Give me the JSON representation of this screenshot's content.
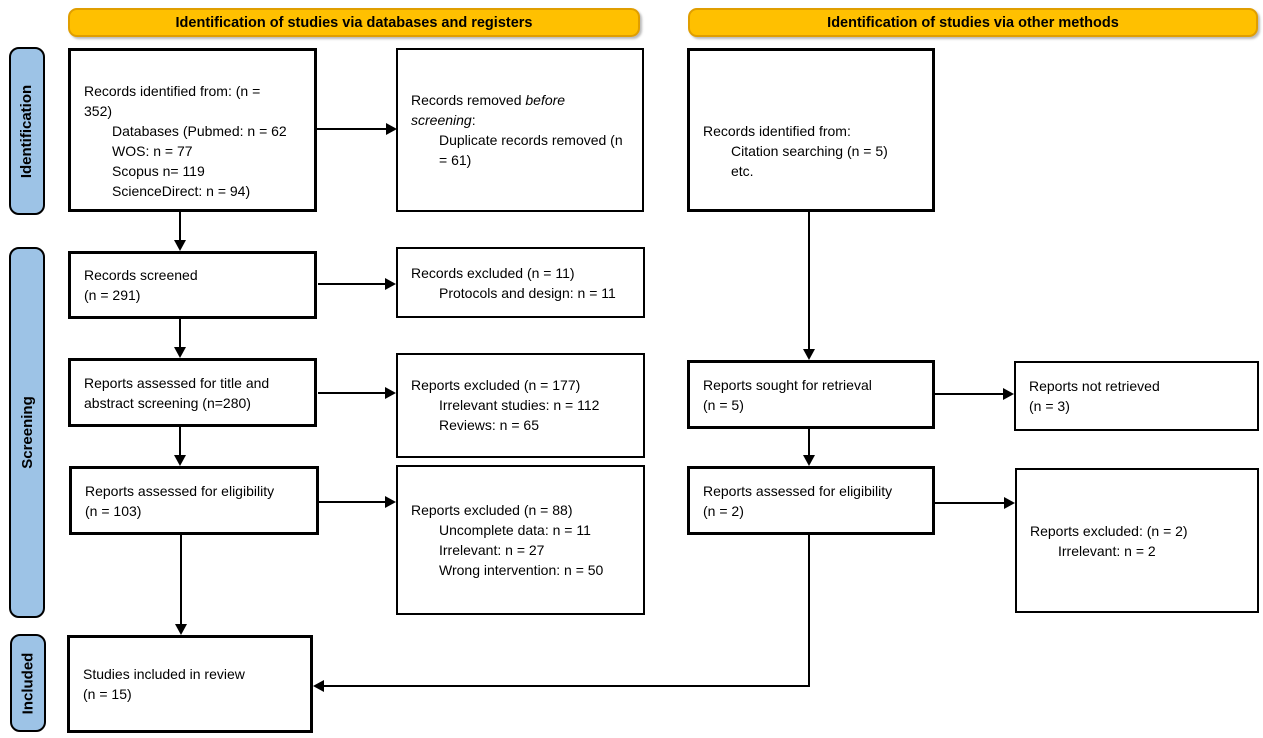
{
  "headers": {
    "left": "Identification of studies via databases and registers",
    "right": "Identification of studies via other methods"
  },
  "side_labels": {
    "identification": "Identification",
    "screening": "Screening",
    "included": "Included"
  },
  "colors": {
    "header_fill": "#FFC000",
    "header_border": "#E09E00",
    "side_label_fill": "#9DC3E6",
    "box_border": "#000000",
    "box_fill": "#FFFFFF"
  },
  "boxes": {
    "records_identified": {
      "lines": [
        "Records identified from: (n =",
        "352)",
        "Databases (Pubmed: n = 62",
        "WOS: n = 77",
        "Scopus n= 119",
        "ScienceDirect: n = 94)"
      ]
    },
    "records_removed": {
      "line1_normal": "Records removed ",
      "line1_italic": "before",
      "line2_italic": "screening",
      "line2_normal": ":",
      "lines": [
        "Duplicate records removed (n",
        "= 61)"
      ]
    },
    "records_screened": {
      "lines": [
        "Records screened",
        "(n = 291)"
      ]
    },
    "records_excluded": {
      "lines": [
        "Records excluded (n = 11)",
        "Protocols and design: n = 11"
      ]
    },
    "reports_title_abstract": {
      "lines": [
        "Reports assessed for title and",
        "abstract screening (n=280)"
      ]
    },
    "reports_excluded_177": {
      "lines": [
        "Reports excluded (n = 177)",
        "Irrelevant studies: n = 112",
        "Reviews: n = 65"
      ]
    },
    "reports_eligibility": {
      "lines": [
        "Reports assessed for eligibility",
        "(n = 103)"
      ]
    },
    "reports_excluded_88": {
      "lines": [
        "Reports excluded (n = 88)",
        "Uncomplete data: n = 11",
        "Irrelevant: n = 27",
        "Wrong intervention: n = 50"
      ]
    },
    "studies_included": {
      "lines": [
        "Studies included in review",
        "(n = 15)"
      ]
    },
    "records_other_methods": {
      "lines": [
        "Records identified from:",
        "Citation searching (n = 5)",
        "etc."
      ]
    },
    "reports_sought_retrieval": {
      "lines": [
        "Reports sought for retrieval",
        "(n = 5)"
      ]
    },
    "reports_not_retrieved": {
      "lines": [
        "Reports not retrieved",
        "(n = 3)"
      ]
    },
    "reports_eligibility_other": {
      "lines": [
        "Reports assessed for eligibility",
        "(n = 2)"
      ]
    },
    "reports_excluded_2": {
      "lines": [
        "Reports excluded: (n = 2)",
        "Irrelevant: n = 2"
      ]
    }
  }
}
